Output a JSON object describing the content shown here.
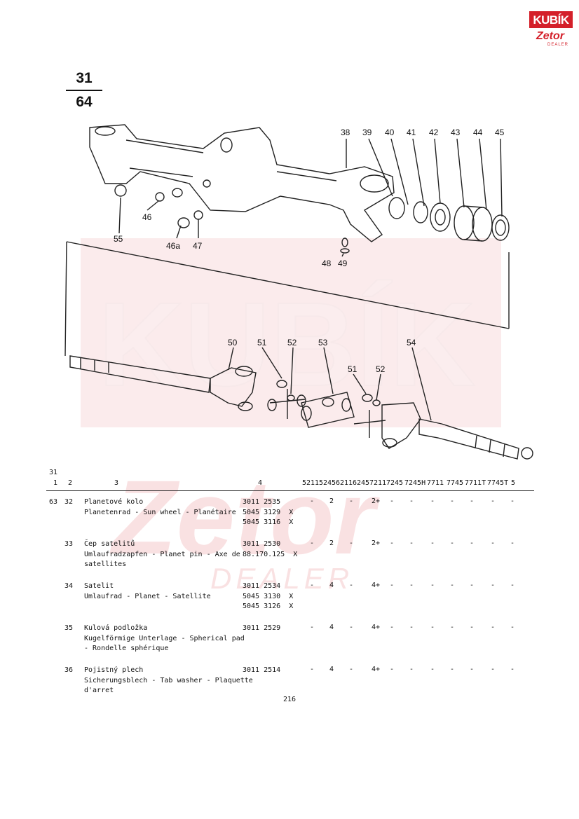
{
  "logo": {
    "brand": "KUBÍK",
    "sub": "Zetor",
    "tag": "DEALER"
  },
  "figure": {
    "number": "31",
    "total": "64"
  },
  "watermark": {
    "main": "KUBÍK",
    "sub": "Zetor",
    "tag": "DEALER"
  },
  "callouts_top": [
    "38",
    "39",
    "40",
    "41",
    "42",
    "43",
    "44",
    "45",
    "46",
    "46a",
    "47",
    "48",
    "49",
    "55"
  ],
  "callouts_bottom": [
    "50",
    "51",
    "52",
    "53",
    "51",
    "52",
    "54"
  ],
  "table": {
    "group": "31",
    "col_nums": [
      "1",
      "2",
      "3",
      "4"
    ],
    "models": [
      "5211",
      "5245",
      "6211",
      "6245",
      "7211",
      "7245",
      "7245H",
      "7711",
      "7745",
      "7711T",
      "7745T",
      "5"
    ],
    "rows": [
      {
        "fig": "63",
        "pos": "32",
        "desc": [
          "Planetové kolo",
          "Planetenrad - Sun wheel - Planétaire"
        ],
        "parts": [
          "3011 2535",
          "5045 3129  X",
          "5045 3116  X"
        ],
        "qty": [
          "-",
          "2",
          "-",
          "2+",
          "-",
          "-",
          "-",
          "-",
          "-",
          "-",
          "-"
        ]
      },
      {
        "fig": "",
        "pos": "33",
        "desc": [
          "Čep satelitů",
          "Umlaufradzapfen - Planet pin - Axe de",
          "satellites"
        ],
        "parts": [
          "3011 2530",
          "88.170.125  X"
        ],
        "qty": [
          "-",
          "2",
          "-",
          "2+",
          "-",
          "-",
          "-",
          "-",
          "-",
          "-",
          "-"
        ]
      },
      {
        "fig": "",
        "pos": "34",
        "desc": [
          "Satelit",
          "Umlaufrad - Planet - Satellite"
        ],
        "parts": [
          "3011 2534",
          "5045 3130  X",
          "5045 3126  X"
        ],
        "qty": [
          "-",
          "4",
          "-",
          "4+",
          "-",
          "-",
          "-",
          "-",
          "-",
          "-",
          "-"
        ]
      },
      {
        "fig": "",
        "pos": "35",
        "desc": [
          "Kulová podložka",
          "Kugelförmige Unterlage - Spherical pad",
          "- Rondelle sphérique"
        ],
        "parts": [
          "3011 2529"
        ],
        "qty": [
          "-",
          "4",
          "-",
          "4+",
          "-",
          "-",
          "-",
          "-",
          "-",
          "-",
          "-"
        ]
      },
      {
        "fig": "",
        "pos": "36",
        "desc": [
          "Pojistný plech",
          "Sicherungsblech - Tab washer - Plaquette",
          "d'arret"
        ],
        "parts": [
          "3011 2514"
        ],
        "qty": [
          "-",
          "4",
          "-",
          "4+",
          "-",
          "-",
          "-",
          "-",
          "-",
          "-",
          "-"
        ]
      }
    ]
  },
  "page_number": "216"
}
